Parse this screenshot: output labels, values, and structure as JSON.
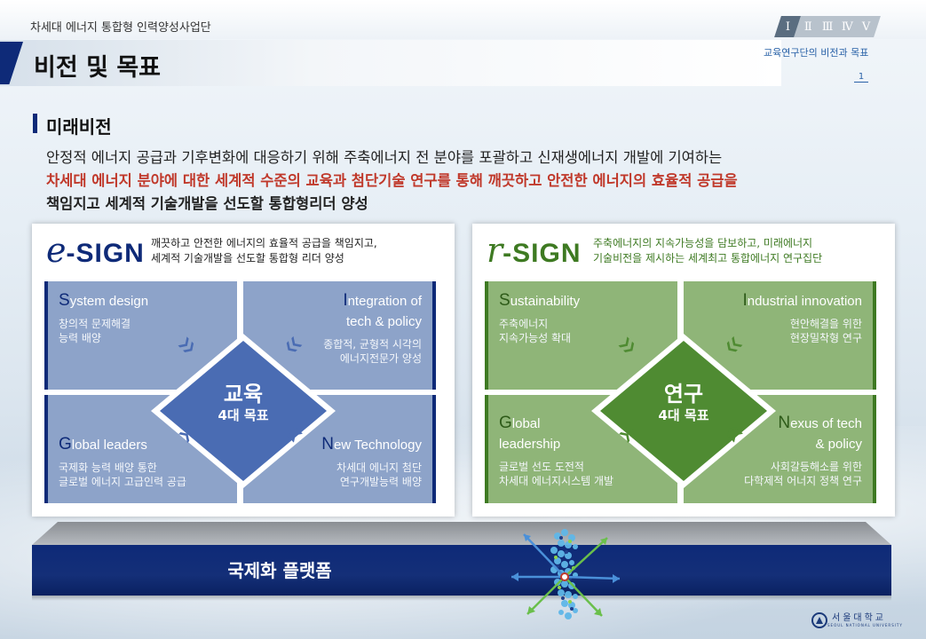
{
  "header": {
    "organization": "차세대 에너지 통합형 인력양성사업단",
    "title": "비전 및 목표",
    "numerals": [
      "Ⅰ",
      "Ⅱ",
      "Ⅲ",
      "Ⅳ",
      "Ⅴ"
    ],
    "active_numeral": "Ⅰ",
    "section_label": "교육연구단의 비전과 목표",
    "page_number": "1"
  },
  "vision": {
    "heading": "미래비전",
    "line1": "안정적 에너지 공급과 기후변화에 대응하기 위해 주축에너지 전 분야를 포괄하고 신재생에너지 개발에 기여하는",
    "line2": "차세대 에너지 분야에 대한 세계적 수준의 교육과 첨단기술 연구를 통해 깨끗하고 안전한 에너지의 효율적 공급을",
    "line3": "책임지고 세계적 기술개발을 선도할 통합형리더 양성"
  },
  "e_sign": {
    "logo_prefix": "e",
    "logo_text": "-SIGN",
    "desc1": "깨끗하고 안전한 에너지의 효율적 공급을 책임지고,",
    "desc2": "세계적 기술개발을 선도할 통합형 리더 양성",
    "center_title": "교육",
    "center_sub": "4대 목표",
    "quadrants": [
      {
        "cap": "S",
        "rest1": "ystem design",
        "rest2": "",
        "sub1": "창의적 문제해결",
        "sub2": "능력 배양"
      },
      {
        "cap": "I",
        "rest1": "ntegration of",
        "rest2": "tech & policy",
        "sub1": "종합적, 균형적 시각의",
        "sub2": "에너지전문가 양성"
      },
      {
        "cap": "G",
        "rest1": "lobal leaders",
        "rest2": "",
        "sub1": "국제화 능력 배양 통한",
        "sub2": "글로벌 에너지 고급인력 공급"
      },
      {
        "cap": "N",
        "rest1": "ew Technology",
        "rest2": "",
        "sub1": "차세대 에너지 첨단",
        "sub2": "연구개발능력 배양"
      }
    ]
  },
  "r_sign": {
    "logo_prefix": "r",
    "logo_text": "-SIGN",
    "desc1": "주축에너지의 지속가능성을 담보하고, 미래에너지",
    "desc2": "기술비전을 제시하는 세계최고 통합에너지 연구집단",
    "center_title": "연구",
    "center_sub": "4대 목표",
    "quadrants": [
      {
        "cap": "S",
        "rest1": "ustainability",
        "rest2": "",
        "sub1": "주축에너지",
        "sub2": "지속가능성 확대"
      },
      {
        "cap": "I",
        "rest1": "ndustrial innovation",
        "rest2": "",
        "sub1": "현안해결을 위한",
        "sub2": "현장밀착형 연구"
      },
      {
        "cap": "G",
        "rest1": "lobal",
        "rest2": "leadership",
        "sub1": "글로벌 선도 도전적",
        "sub2": "차세대 에너지시스템 개발"
      },
      {
        "cap": "N",
        "rest1": "exus of tech",
        "rest2": "& policy",
        "sub1": "사회갈등해소를 위한",
        "sub2": "다학제적 어너지 정책 연구"
      }
    ]
  },
  "platform": {
    "label": "국제화 플랫폼"
  },
  "footer": {
    "university_name": "서울대학교",
    "university_sub": "SEOUL NATIONAL UNIVERSITY"
  },
  "colors": {
    "navy": "#0e2a78",
    "red_text": "#c0392b",
    "blue_quad": "#8da3c9",
    "green_quad": "#8fb578",
    "blue_center": "#4a6cb3",
    "green_center": "#4f8b32"
  }
}
